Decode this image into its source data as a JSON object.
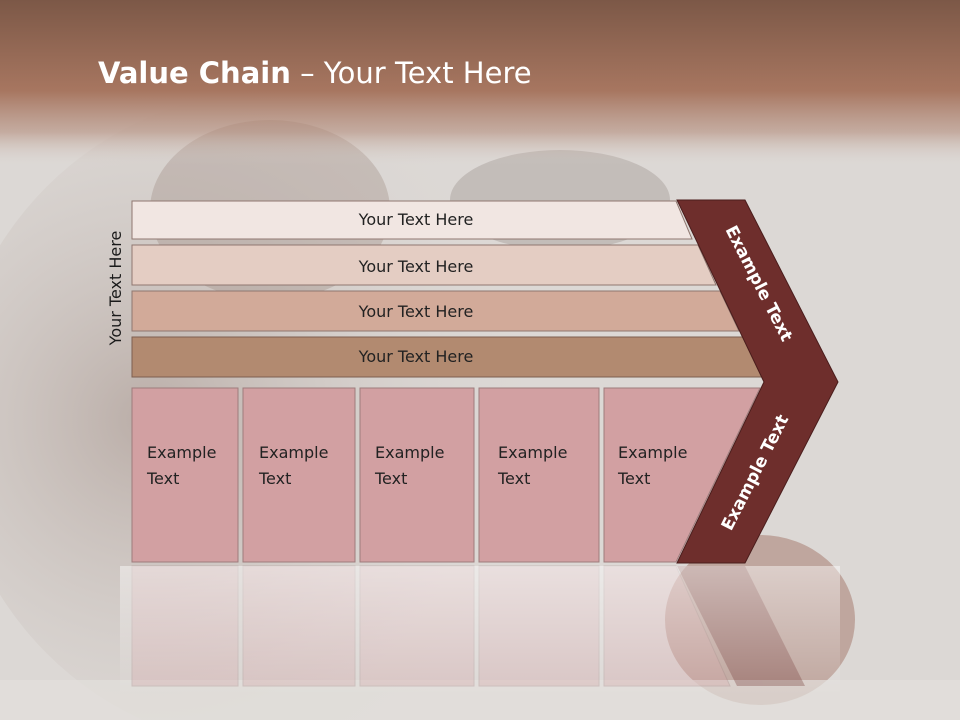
{
  "slide": {
    "title_bold": "Value Chain",
    "title_rest": "– Your Text Here",
    "side_label": "Your Text Here"
  },
  "rows": [
    {
      "label": "Your Text Here",
      "color": "#f1e6e2"
    },
    {
      "label": "Your Text Here",
      "color": "#e4cdc3"
    },
    {
      "label": "Your Text Here",
      "color": "#d2aa99"
    },
    {
      "label": "Your Text Here",
      "color": "#b28a70"
    }
  ],
  "boxes": [
    {
      "line1": "Example",
      "line2": "Text"
    },
    {
      "line1": "Example",
      "line2": "Text"
    },
    {
      "line1": "Example",
      "line2": "Text"
    },
    {
      "line1": "Example",
      "line2": "Text"
    },
    {
      "line1": "Example",
      "line2": "Text"
    }
  ],
  "chevron": {
    "top_text": "Example Text",
    "bottom_text": "Example Text",
    "color": "#6e2e2c"
  },
  "colors": {
    "header_band": "#9c6a55",
    "box_fill": "#d2a0a2",
    "box_stroke": "#9e7c7c"
  }
}
